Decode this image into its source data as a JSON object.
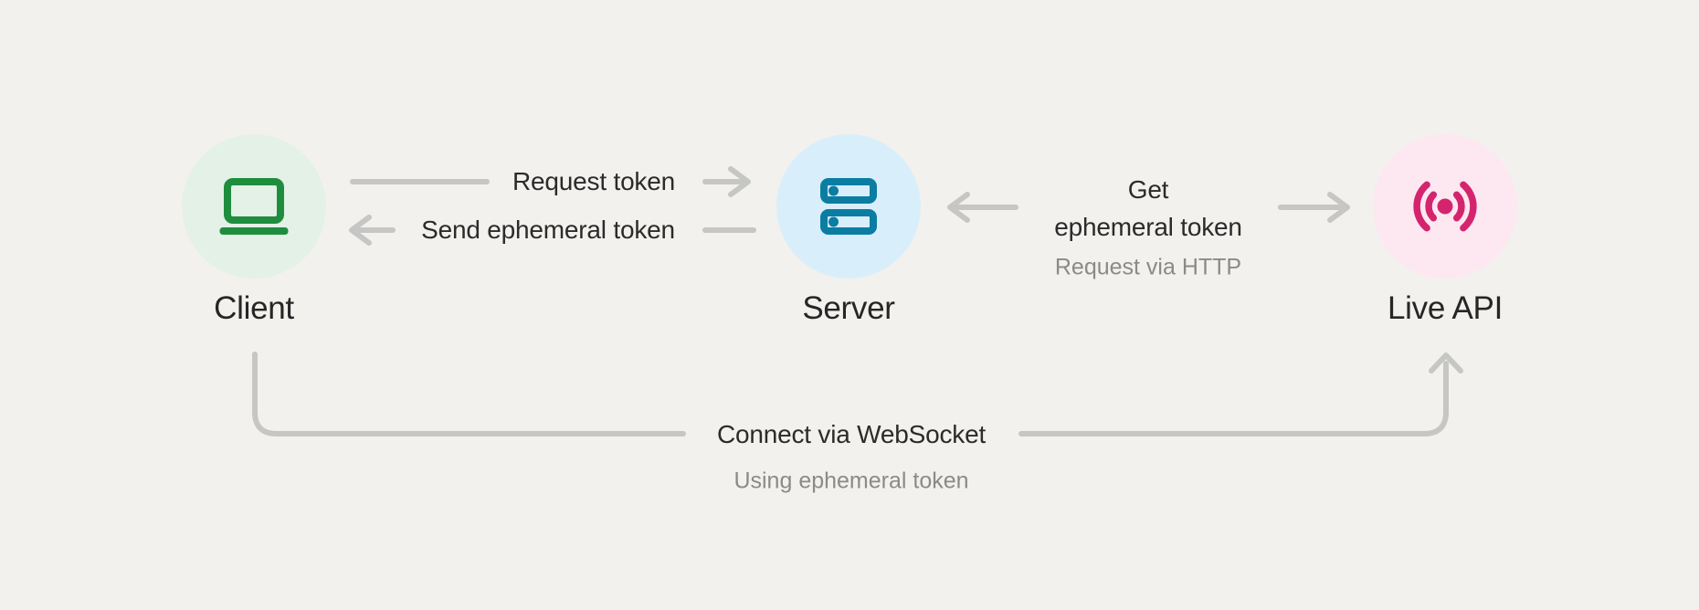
{
  "colors": {
    "background": "#f2f1ee",
    "connector_gray": "#c6c6c4",
    "text_dark": "#2b2b2b",
    "text_gray": "#8a8a8a",
    "client_icon_green": "#1e8e3e",
    "client_circle_bg": "#e4f1e6",
    "server_icon_blue": "#0b7da3",
    "server_circle_bg": "#d9eefb",
    "live_icon_pink": "#d5246e",
    "live_circle_bg": "#fde8f2"
  },
  "nodes": [
    {
      "label": "Client",
      "icon": "laptop-icon"
    },
    {
      "label": "Server",
      "icon": "server-rack-icon"
    },
    {
      "label": "Live API",
      "icon": "live-broadcast-icon"
    }
  ],
  "edges": {
    "request_token": {
      "label": "Request token",
      "from": "Client",
      "to": "Server"
    },
    "send_ephemeral_token": {
      "label": "Send ephemeral token",
      "from": "Server",
      "to": "Client"
    },
    "get_ephemeral_token": {
      "label_line1": "Get",
      "label_line2": "ephemeral token",
      "sublabel": "Request via HTTP",
      "between": "Server and Live API"
    },
    "connect_websocket": {
      "label": "Connect via WebSocket",
      "sublabel": "Using ephemeral token",
      "from": "Client",
      "to": "Live API"
    }
  }
}
